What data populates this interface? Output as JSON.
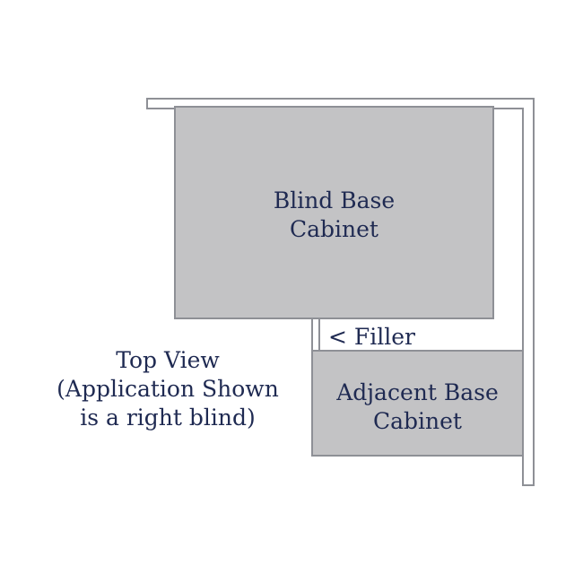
{
  "diagram": {
    "blind_cabinet_label": "Blind Base\nCabinet",
    "adjacent_cabinet_label": "Adjacent Base\nCabinet",
    "filler_label": "< Filler",
    "caption": "Top View\n(Application Shown\nis a right blind)"
  },
  "colors": {
    "cabinet_fill": "#c3c3c5",
    "outline": "#8e9096",
    "text": "#1f2a52"
  }
}
